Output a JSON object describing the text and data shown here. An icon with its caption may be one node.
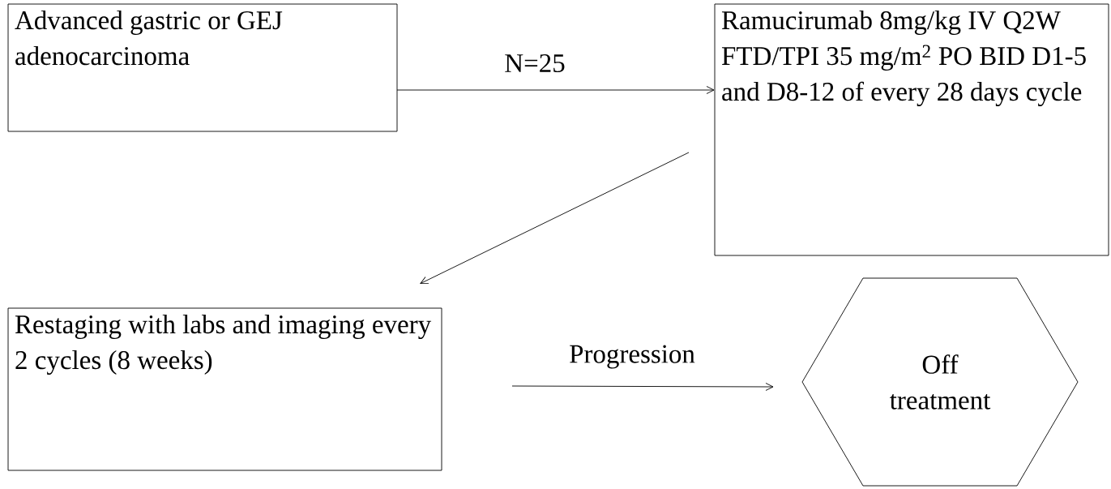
{
  "diagram": {
    "nodes": [
      {
        "text": [
          "Advanced gastric or GEJ adenocarcinoma"
        ]
      },
      {
        "text": [
          "Ramucirumab 8mg/kg IV Q2W",
          "FTD/TPI 35 mg/m$^{2}$ PO BID D1-5 and D8-12 of every 28 days cycle"
        ]
      },
      {
        "text": [
          "Restaging with labs and imaging every 2 cycles (8 weeks)"
        ]
      },
      {
        "text": [
          "Off treatment"
        ]
      }
    ],
    "edges": [
      {
        "from": 0,
        "to": 1,
        "arrow": "to",
        "label": "N=25"
      },
      {
        "from": 1,
        "to": 2,
        "arrow": "to"
      },
      {
        "from": 2,
        "to": 3,
        "arrow": "to",
        "label": "Progression"
      }
    ]
  }
}
